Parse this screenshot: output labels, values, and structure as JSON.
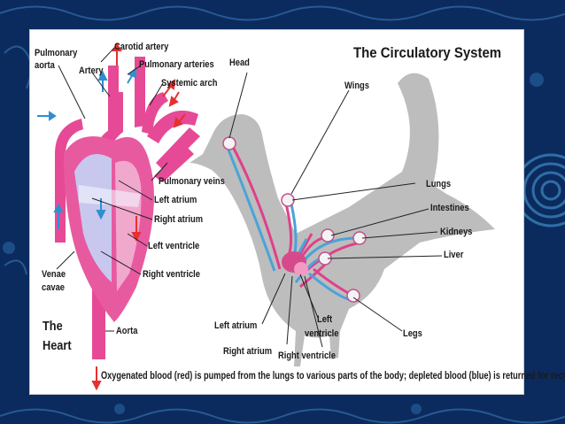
{
  "title": "The Circulatory System",
  "heart": {
    "title_line1": "The",
    "title_line2": "Heart",
    "labels": {
      "pulmonary_aorta_1": "Pulmonary",
      "pulmonary_aorta_2": "aorta",
      "artery": "Artery",
      "carotid_artery": "Carotid artery",
      "pulmonary_arteries": "Pulmonary arteries",
      "systemic_arch": "Systemic arch",
      "pulmonary_veins": "Pulmonary veins",
      "left_atrium": "Left atrium",
      "right_atrium": "Right atrium",
      "left_ventricle": "Left ventricle",
      "right_ventricle": "Right ventricle",
      "venae_cavae_1": "Venae",
      "venae_cavae_2": "cavae",
      "aorta": "Aorta"
    }
  },
  "bird": {
    "labels": {
      "head": "Head",
      "wings": "Wings",
      "lungs": "Lungs",
      "intestines": "Intestines",
      "kidneys": "Kidneys",
      "liver": "Liver",
      "legs": "Legs",
      "left_atrium": "Left atrium",
      "left_ventricle_1": "Left",
      "left_ventricle_2": "ventricle",
      "right_atrium": "Right atrium",
      "right_ventricle": "Right ventricle"
    }
  },
  "caption": "Oxygenated blood (red) is pumped from the lungs to various parts of the body; depleted blood (blue) is returned for recycling.",
  "colors": {
    "background": "#0a2a5c",
    "oxygenated": "#e0408a",
    "deoxygenated": "#4aa3d8",
    "heart_fill": "#c8c8ee",
    "bird_silhouette": "#bdbdbd"
  }
}
